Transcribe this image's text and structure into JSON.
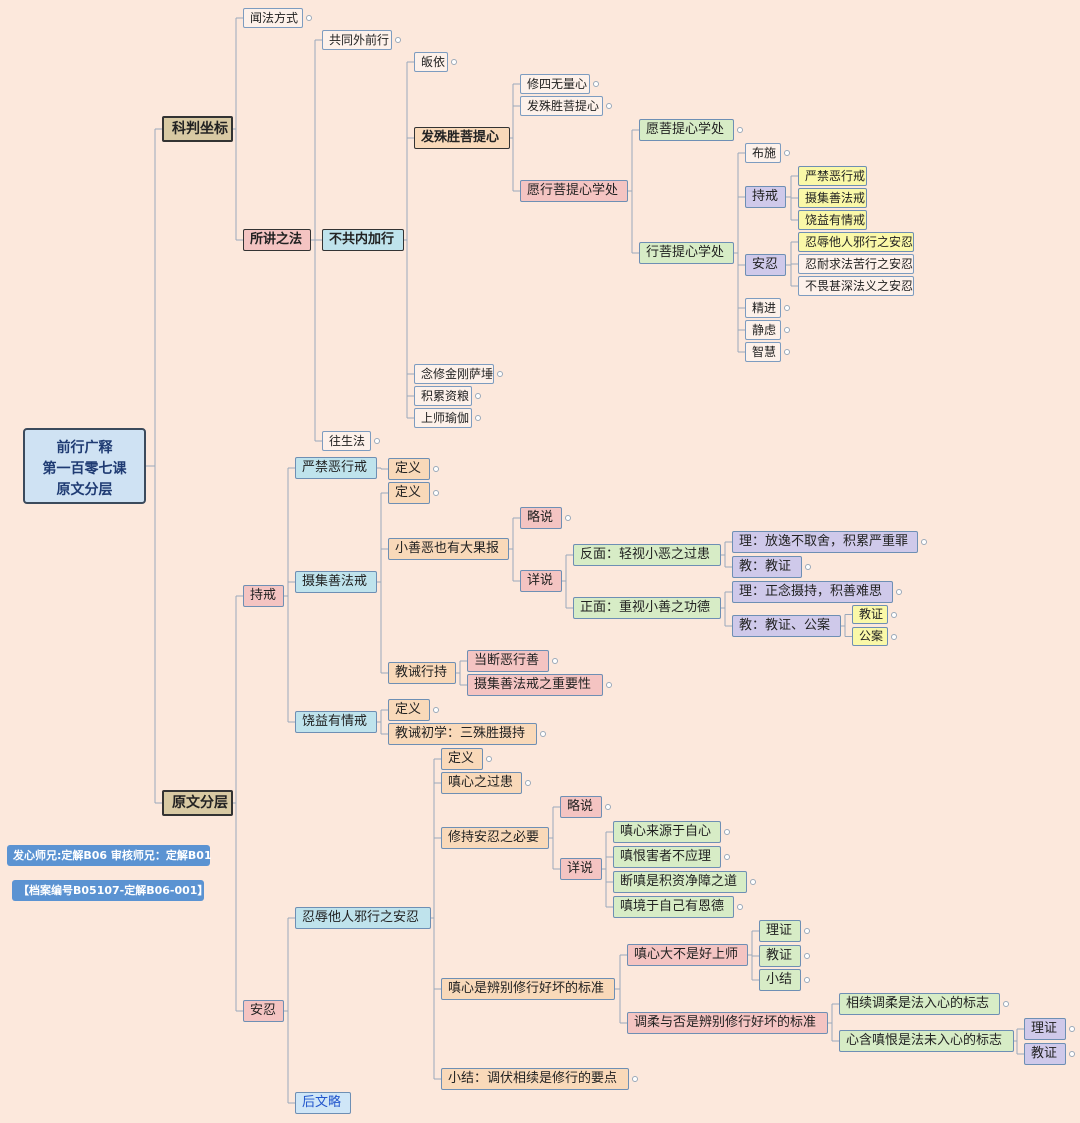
{
  "root": {
    "lines": [
      "前行广释",
      "第一百零七课",
      "原文分层"
    ]
  },
  "credits": {
    "volunteer": "发心师兄:定解B06 审核师兄：定解B01",
    "archive": "【档案编号B05107-定解B06-001】"
  },
  "colors": {
    "background": "#fce8dc",
    "edge": "#9aa9bb",
    "badge": "#5b93d2"
  },
  "nodes": [
    {
      "id": "kpzb",
      "text": "科判坐标",
      "style": "l1 c-tan",
      "parent": "root"
    },
    {
      "id": "ywfc",
      "text": "原文分层",
      "style": "l1 c-tan",
      "parent": "root"
    },
    {
      "id": "wffs",
      "text": "闻法方式",
      "style": "c-plain",
      "parent": "kpzb",
      "collapsed": true
    },
    {
      "id": "sjzf",
      "text": "所讲之法",
      "style": "l2b c-pink",
      "parent": "kpzb"
    },
    {
      "id": "gtwqx",
      "text": "共同外前行",
      "style": "c-plain",
      "parent": "sjzf",
      "collapsed": true
    },
    {
      "id": "bgnjx",
      "text": "不共内加行",
      "style": "l2b c-cyan",
      "parent": "sjzf"
    },
    {
      "id": "wsf",
      "text": "往生法",
      "style": "c-plain",
      "parent": "sjzf",
      "collapsed": true
    },
    {
      "id": "guiyi",
      "text": "皈依",
      "style": "c-plain",
      "parent": "bgnjx",
      "collapsed": true
    },
    {
      "id": "fsstx",
      "text": "发殊胜菩提心",
      "style": "l2b c-orange",
      "parent": "bgnjx"
    },
    {
      "id": "nxjg",
      "text": "念修金刚萨埵",
      "style": "c-plain",
      "parent": "bgnjx",
      "collapsed": true
    },
    {
      "id": "jlzl",
      "text": "积累资粮",
      "style": "c-plain",
      "parent": "bgnjx",
      "collapsed": true
    },
    {
      "id": "ssyj",
      "text": "上师瑜伽",
      "style": "c-plain",
      "parent": "bgnjx",
      "collapsed": true
    },
    {
      "id": "xswlx",
      "text": "修四无量心",
      "style": "c-plain",
      "parent": "fsstx",
      "collapsed": true
    },
    {
      "id": "fsstx2",
      "text": "发殊胜菩提心",
      "style": "c-plain",
      "parent": "fsstx",
      "collapsed": true
    },
    {
      "id": "yxptxxc",
      "text": "愿行菩提心学处",
      "style": "l2 c-pink",
      "parent": "fsstx"
    },
    {
      "id": "yptxxc",
      "text": "愿菩提心学处",
      "style": "l2 c-green",
      "parent": "yxptxxc",
      "collapsed": true
    },
    {
      "id": "xptxxc",
      "text": "行菩提心学处",
      "style": "l2 c-green",
      "parent": "yxptxxc"
    },
    {
      "id": "bushi",
      "text": "布施",
      "style": "c-plain",
      "parent": "xptxxc",
      "collapsed": true
    },
    {
      "id": "chijie",
      "text": "持戒",
      "style": "l2 c-purple",
      "parent": "xptxxc"
    },
    {
      "id": "anren",
      "text": "安忍",
      "style": "l2 c-purple",
      "parent": "xptxxc"
    },
    {
      "id": "jingjin",
      "text": "精进",
      "style": "c-plain",
      "parent": "xptxxc",
      "collapsed": true
    },
    {
      "id": "jinglv",
      "text": "静虑",
      "style": "c-plain",
      "parent": "xptxxc",
      "collapsed": true
    },
    {
      "id": "zhihui",
      "text": "智慧",
      "style": "c-plain",
      "parent": "xptxxc",
      "collapsed": true
    },
    {
      "id": "yjexj",
      "text": "严禁恶行戒",
      "style": "c-yellow",
      "parent": "chijie"
    },
    {
      "id": "sjsfj",
      "text": "摄集善法戒",
      "style": "c-yellow",
      "parent": "chijie"
    },
    {
      "id": "ryyqj",
      "text": "饶益有情戒",
      "style": "c-yellow",
      "parent": "chijie"
    },
    {
      "id": "rrtr",
      "text": "忍辱他人邪行之安忍",
      "style": "c-yellow",
      "parent": "anren"
    },
    {
      "id": "rnqf",
      "text": "忍耐求法苦行之安忍",
      "style": "c-plain",
      "parent": "anren"
    },
    {
      "id": "bwss",
      "text": "不畏甚深法义之安忍",
      "style": "c-plain",
      "parent": "anren"
    },
    {
      "id": "chijie2",
      "text": "持戒",
      "style": "l2 c-pink",
      "parent": "ywfc"
    },
    {
      "id": "anren2",
      "text": "安忍",
      "style": "l2 c-pink",
      "parent": "ywfc"
    },
    {
      "id": "yjexj2",
      "text": "严禁恶行戒",
      "style": "l2 c-cyan",
      "parent": "chijie2"
    },
    {
      "id": "sjsfj2",
      "text": "摄集善法戒",
      "style": "l2 c-cyan",
      "parent": "chijie2"
    },
    {
      "id": "ryyqj2",
      "text": "饶益有情戒",
      "style": "l2 c-cyan",
      "parent": "chijie2"
    },
    {
      "id": "dy1",
      "text": "定义",
      "style": "l2 c-orange",
      "parent": "yjexj2",
      "collapsed": true
    },
    {
      "id": "dy2",
      "text": "定义",
      "style": "l2 c-orange",
      "parent": "sjsfj2",
      "collapsed": true
    },
    {
      "id": "xsey",
      "text": "小善恶也有大果报",
      "style": "l2 c-orange",
      "parent": "sjsfj2"
    },
    {
      "id": "jjxc",
      "text": "教诫行持",
      "style": "l2 c-orange",
      "parent": "sjsfj2"
    },
    {
      "id": "lueshuo",
      "text": "略说",
      "style": "l2 c-pink",
      "parent": "xsey",
      "collapsed": true
    },
    {
      "id": "xiangshuo",
      "text": "详说",
      "style": "l2 c-pink",
      "parent": "xsey"
    },
    {
      "id": "fanmian",
      "text": "反面：轻视小恶之过患",
      "style": "l2 c-green",
      "parent": "xiangshuo"
    },
    {
      "id": "zhengmian",
      "text": "正面：重视小善之功德",
      "style": "l2 c-green",
      "parent": "xiangshuo"
    },
    {
      "id": "li1",
      "text": "理：放逸不取舍，积累严重罪",
      "style": "l2 c-purple",
      "parent": "fanmian",
      "collapsed": true
    },
    {
      "id": "jiao1",
      "text": "教：教证",
      "style": "l2 c-purple",
      "parent": "fanmian",
      "collapsed": true
    },
    {
      "id": "li2",
      "text": "理：正念摄持，积善难思",
      "style": "l2 c-purple",
      "parent": "zhengmian",
      "collapsed": true
    },
    {
      "id": "jiao2",
      "text": "教：教证、公案",
      "style": "l2 c-purple",
      "parent": "zhengmian"
    },
    {
      "id": "jiaozheng1",
      "text": "教证",
      "style": "c-yellow",
      "parent": "jiao2",
      "collapsed": true
    },
    {
      "id": "gongan1",
      "text": "公案",
      "style": "c-yellow",
      "parent": "jiao2",
      "collapsed": true
    },
    {
      "id": "ddexs",
      "text": "当断恶行善",
      "style": "l2 c-pink",
      "parent": "jjxc",
      "collapsed": true
    },
    {
      "id": "sjsfzy",
      "text": "摄集善法戒之重要性",
      "style": "l2 c-pink",
      "parent": "jjxc",
      "collapsed": true
    },
    {
      "id": "dy3",
      "text": "定义",
      "style": "l2 c-orange",
      "parent": "ryyqj2",
      "collapsed": true
    },
    {
      "id": "jjcx",
      "text": "教诫初学：三殊胜摄持",
      "style": "l2 c-orange",
      "parent": "ryyqj2",
      "collapsed": true
    },
    {
      "id": "rrtr2",
      "text": "忍辱他人邪行之安忍",
      "style": "l2 c-cyan",
      "parent": "anren2"
    },
    {
      "id": "hwl",
      "text": "后文略",
      "style": "l2 c-blue-text",
      "parent": "anren2"
    },
    {
      "id": "dy4",
      "text": "定义",
      "style": "l2 c-orange",
      "parent": "rrtr2",
      "collapsed": true
    },
    {
      "id": "cxzgh",
      "text": "嗔心之过患",
      "style": "l2 c-orange",
      "parent": "rrtr2",
      "collapsed": true
    },
    {
      "id": "xcarbyy",
      "text": "修持安忍之必要",
      "style": "l2 c-orange",
      "parent": "rrtr2"
    },
    {
      "id": "cxsbb",
      "text": "嗔心是辨别修行好坏的标准",
      "style": "l2 c-orange",
      "parent": "rrtr2"
    },
    {
      "id": "xiaojie1",
      "text": "小结：调伏相续是修行的要点",
      "style": "l2 c-orange",
      "parent": "rrtr2",
      "collapsed": true
    },
    {
      "id": "lueshuo2",
      "text": "略说",
      "style": "l2 c-pink",
      "parent": "xcarbyy",
      "collapsed": true
    },
    {
      "id": "xiangshuo2",
      "text": "详说",
      "style": "l2 c-pink",
      "parent": "xcarbyy"
    },
    {
      "id": "cxly",
      "text": "嗔心来源于自心",
      "style": "l2 c-green",
      "parent": "xiangshuo2",
      "collapsed": true
    },
    {
      "id": "chhz",
      "text": "嗔恨害者不应理",
      "style": "l2 c-green",
      "parent": "xiangshuo2",
      "collapsed": true
    },
    {
      "id": "dcsj",
      "text": "断嗔是积资净障之道",
      "style": "l2 c-green",
      "parent": "xiangshuo2",
      "collapsed": true
    },
    {
      "id": "cjyz",
      "text": "嗔境于自己有恩德",
      "style": "l2 c-green",
      "parent": "xiangshuo2",
      "collapsed": true
    },
    {
      "id": "cxdbs",
      "text": "嗔心大不是好上师",
      "style": "l2 c-pink",
      "parent": "cxsbb"
    },
    {
      "id": "trsf",
      "text": "调柔与否是辨别修行好坏的标准",
      "style": "l2 c-pink",
      "parent": "cxsbb"
    },
    {
      "id": "lizheng1",
      "text": "理证",
      "style": "l2 c-green",
      "parent": "cxdbs",
      "collapsed": true
    },
    {
      "id": "jiaozheng2",
      "text": "教证",
      "style": "l2 c-green",
      "parent": "cxdbs",
      "collapsed": true
    },
    {
      "id": "xiaojie2",
      "text": "小结",
      "style": "l2 c-green",
      "parent": "cxdbs",
      "collapsed": true
    },
    {
      "id": "xxtr",
      "text": "相续调柔是法入心的标志",
      "style": "l2 c-green",
      "parent": "trsf",
      "collapsed": true
    },
    {
      "id": "xhch",
      "text": "心含嗔恨是法未入心的标志",
      "style": "l2 c-green",
      "parent": "trsf"
    },
    {
      "id": "lizheng2",
      "text": "理证",
      "style": "l2 c-purple",
      "parent": "xhch",
      "collapsed": true
    },
    {
      "id": "jiaozheng3",
      "text": "教证",
      "style": "l2 c-purple",
      "parent": "xhch",
      "collapsed": true
    }
  ]
}
